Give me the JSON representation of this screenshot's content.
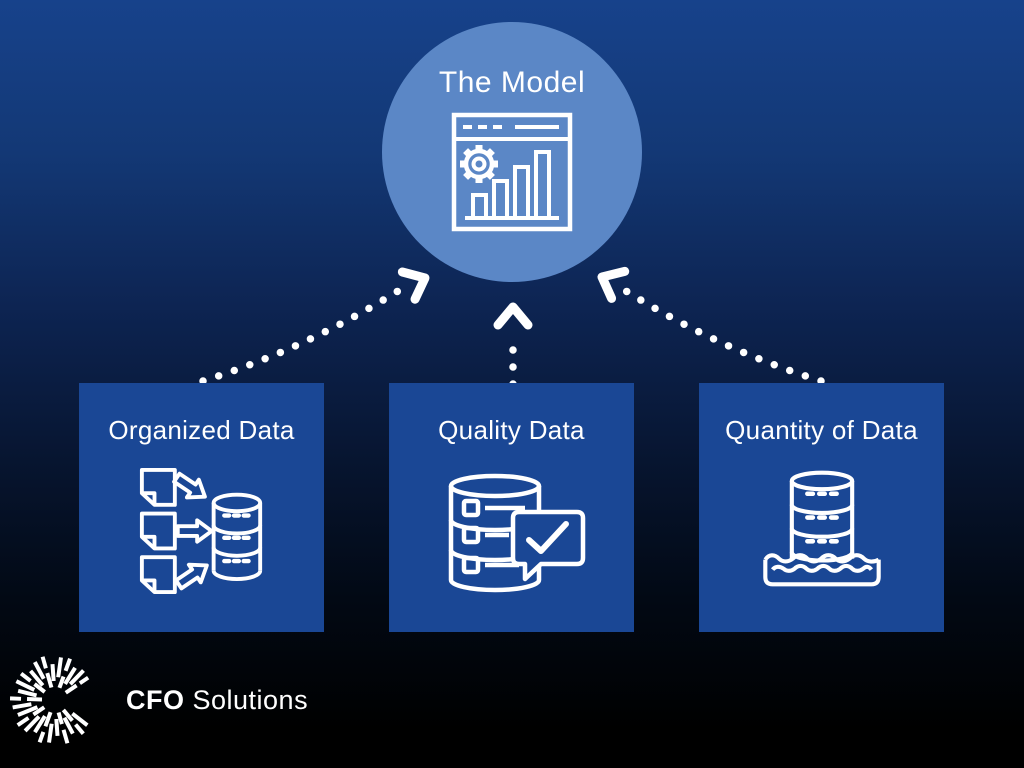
{
  "model": {
    "title": "The Model",
    "icon": "model-dashboard-icon"
  },
  "boxes": [
    {
      "title": "Organized Data",
      "icon": "organized-data-icon"
    },
    {
      "title": "Quality Data",
      "icon": "quality-data-icon"
    },
    {
      "title": "Quantity of Data",
      "icon": "quantity-of-data-icon"
    }
  ],
  "connectors": [
    {
      "from": "Organized Data",
      "to": "The Model",
      "style": "dotted-arrow"
    },
    {
      "from": "Quality Data",
      "to": "The Model",
      "style": "dotted-arrow"
    },
    {
      "from": "Quantity of Data",
      "to": "The Model",
      "style": "dotted-arrow"
    }
  ],
  "brand": {
    "name_bold": "CFO",
    "name_light": "Solutions",
    "icon": "starburst-logo-icon"
  },
  "colors": {
    "background_top": "#17428B",
    "background_bottom": "#000000",
    "circle_fill": "#5B87C6",
    "box_fill": "#1A4795",
    "foreground": "#FFFFFF"
  }
}
